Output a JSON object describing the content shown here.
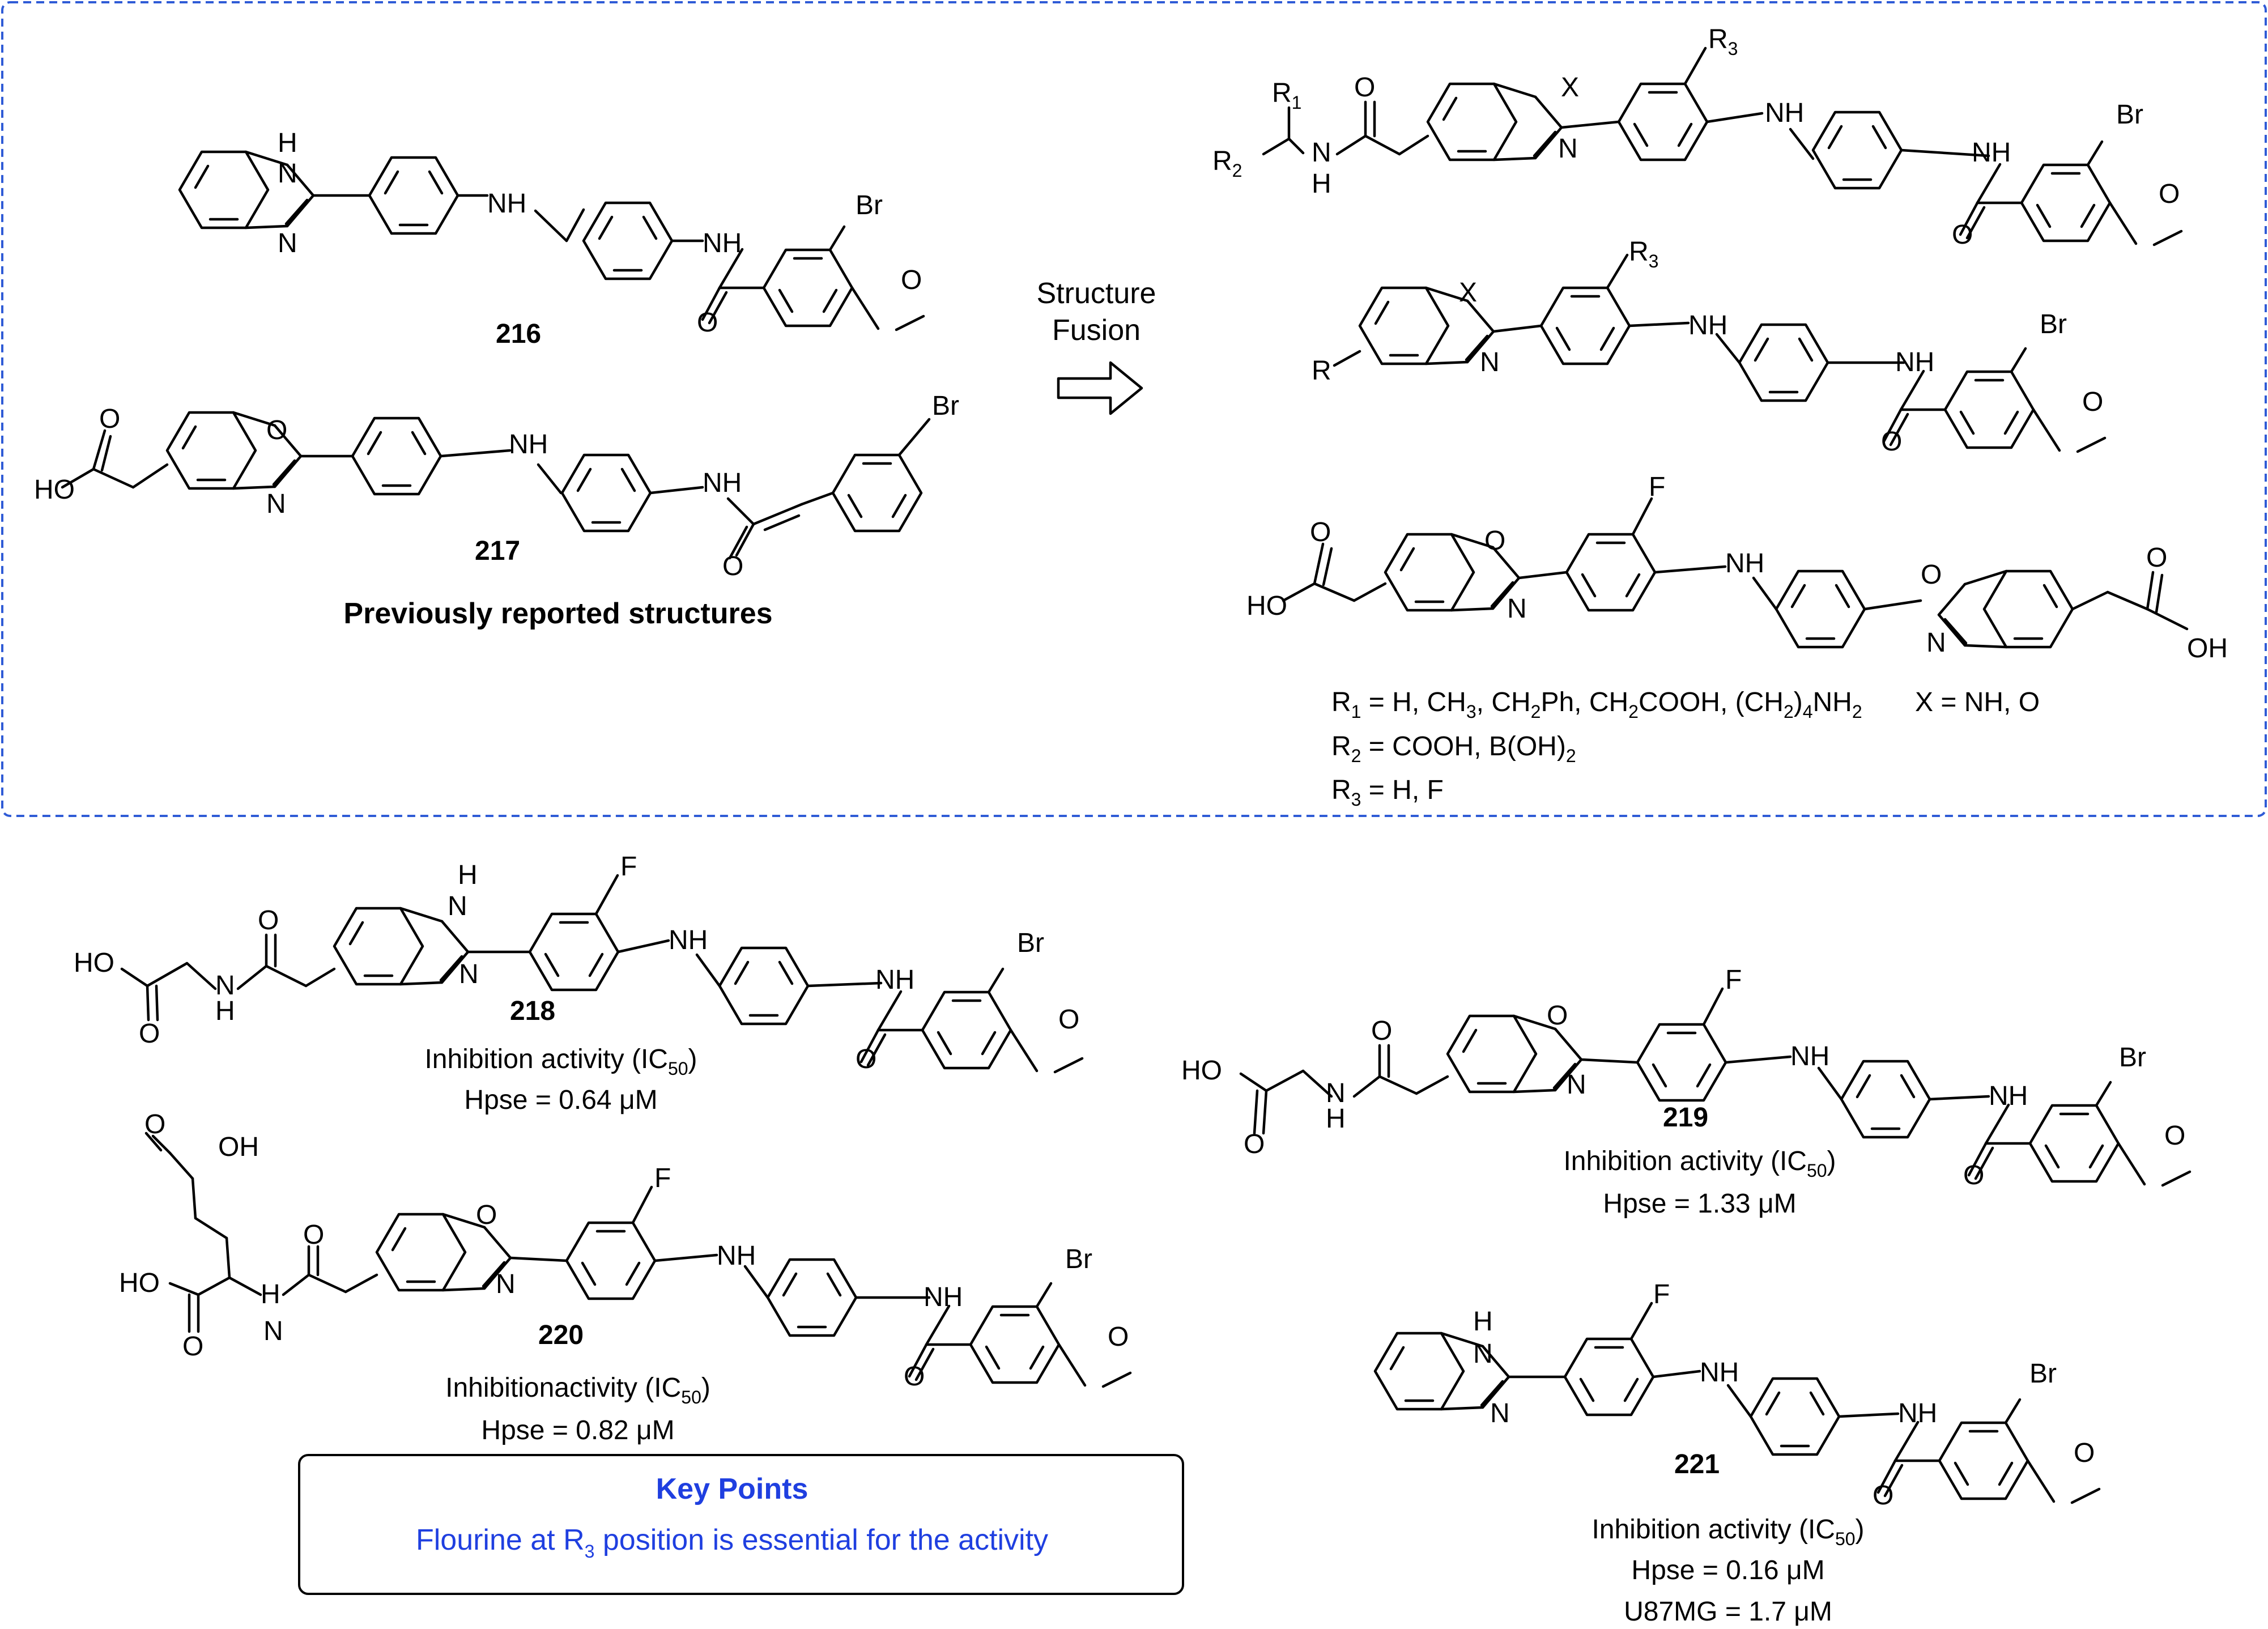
{
  "top_panel": {
    "cmpd_216": "216",
    "cmpd_217": "217",
    "previous_caption": "Previously reported structures",
    "arrow_line1": "Structure",
    "arrow_line2": "Fusion",
    "border_color": "#2f5bd6"
  },
  "atoms": {
    "nh": "NH",
    "h": "H",
    "n": "N",
    "o": "O",
    "x": "X",
    "f": "F",
    "br": "Br",
    "ho": "HO",
    "oh": "OH",
    "r": "R",
    "r1": "R",
    "r2": "R",
    "r3": "R",
    "sub1": "1",
    "sub2": "2",
    "sub3": "3"
  },
  "definitions": {
    "line1_r": "R",
    "line1_sub": "1",
    "line1_a": " = H, CH",
    "line1_sub3": "3",
    "line1_b": ", CH",
    "line1_sub2a": "2",
    "line1_c": "Ph, CH",
    "line1_sub2b": "2",
    "line1_d": "COOH, (CH",
    "line1_sub2c": "2",
    "line1_e": ")",
    "line1_sub4": "4",
    "line1_f": "NH",
    "line1_sub2d": "2",
    "line1_x": "X = NH, O",
    "line2_r": "R",
    "line2_sub": "2",
    "line2_a": " = COOH, B(OH)",
    "line2_sub2": "2",
    "line3_r": "R",
    "line3_sub": "3",
    "line3_a": " = H, F"
  },
  "compounds": {
    "c218": {
      "id": "218",
      "activity_label": "Inhibition activity (IC",
      "sub": "50",
      "close": ")",
      "value": "Hpse = 0.64 μM"
    },
    "c219": {
      "id": "219",
      "activity_label": "Inhibition activity (IC",
      "sub": "50",
      "close": ")",
      "value": "Hpse = 1.33 μM"
    },
    "c220": {
      "id": "220",
      "activity_label": "Inhibitionactivity (IC",
      "sub": "50",
      "close": ")",
      "value": "Hpse = 0.82 μM"
    },
    "c221": {
      "id": "221",
      "activity_label": "Inhibition activity (IC",
      "sub": "50",
      "close": ")",
      "value": "Hpse = 0.16 μM",
      "value2": "U87MG = 1.7 μM"
    }
  },
  "key_points": {
    "title": "Key Points",
    "text_a": "Flourine at R",
    "text_sub": "3",
    "text_b": " position is essential for the activity",
    "color": "#1f3fe0"
  }
}
